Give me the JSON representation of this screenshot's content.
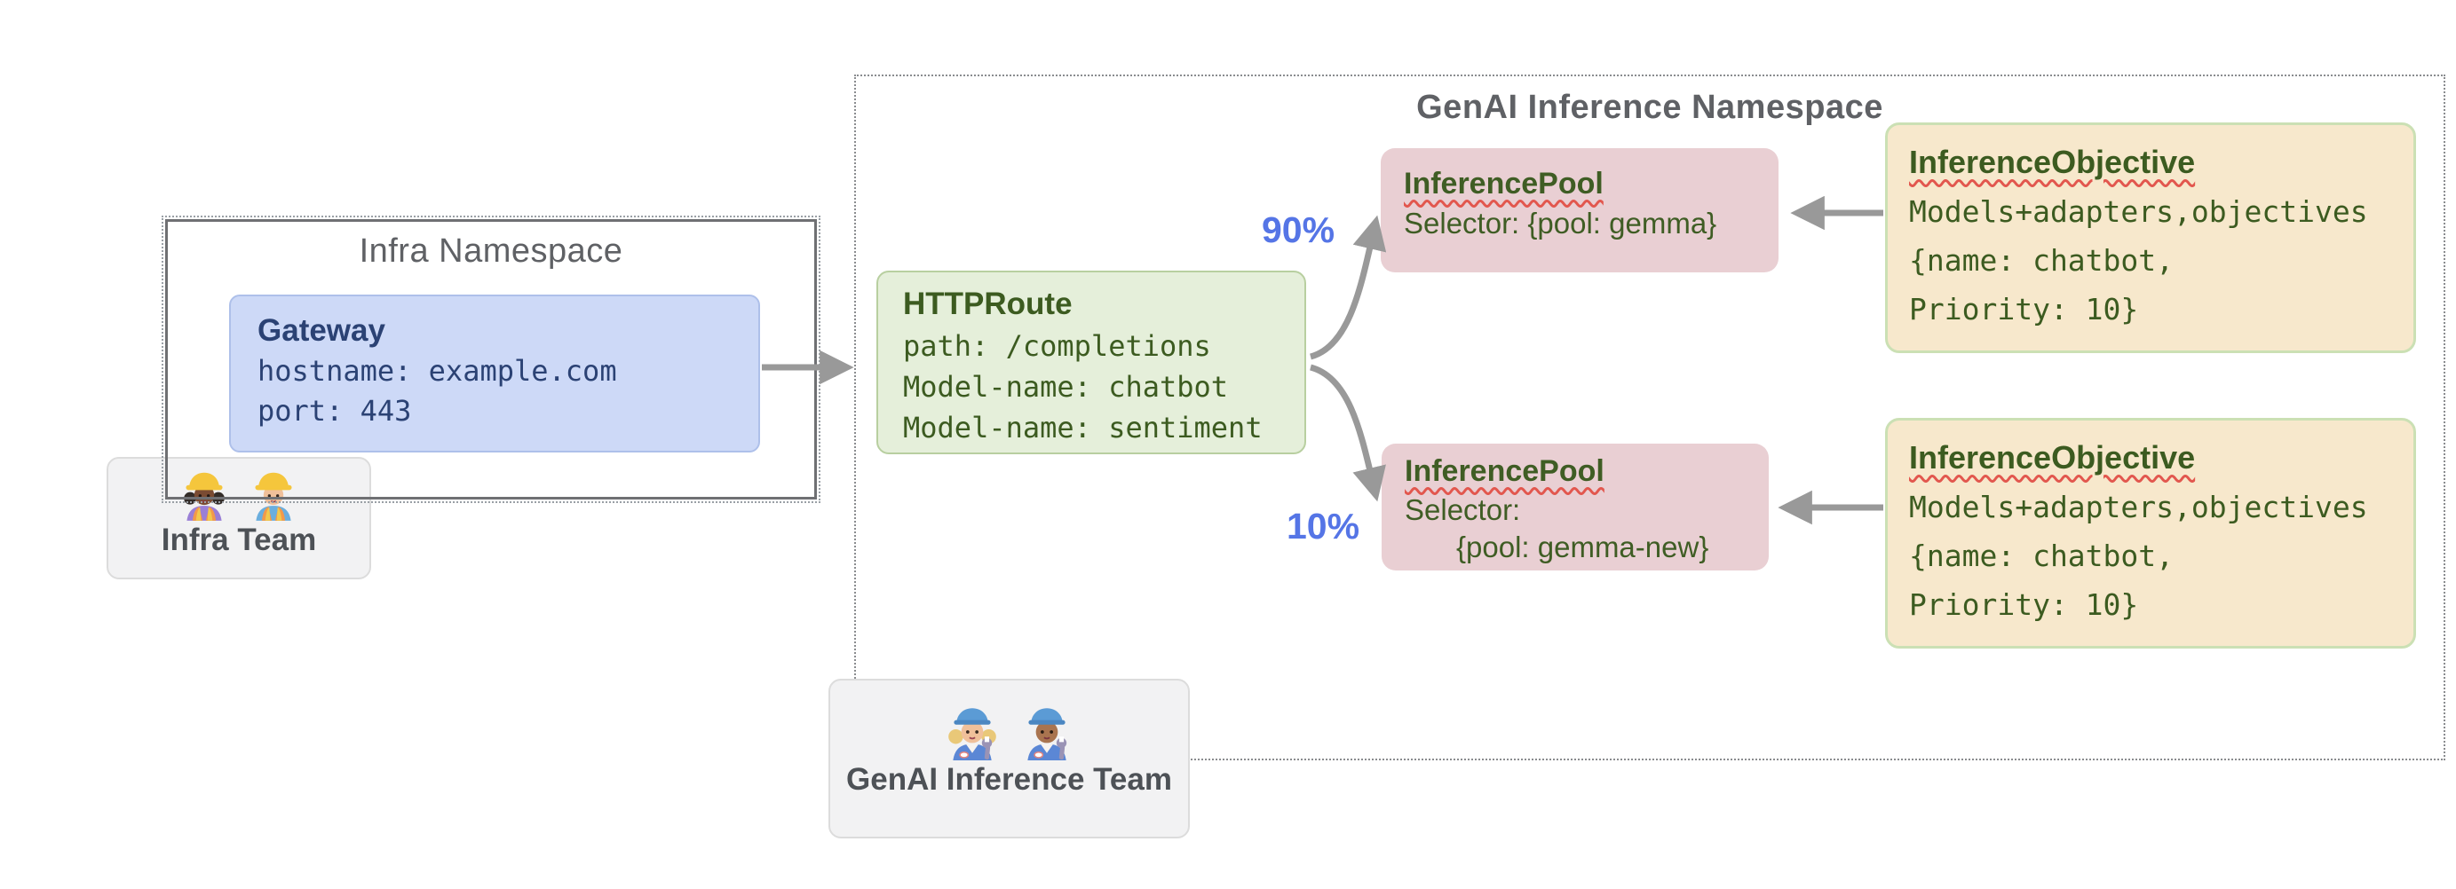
{
  "infra_namespace": {
    "title": "Infra Namespace"
  },
  "gateway": {
    "title": "Gateway",
    "lines": [
      "hostname: example.com",
      "port: 443"
    ]
  },
  "infra_team": {
    "label": "Infra Team",
    "members": [
      {
        "icon": "woman-construction-worker",
        "emoji": "👷🏾‍♀️"
      },
      {
        "icon": "man-construction-worker",
        "emoji": "👷"
      }
    ]
  },
  "genai_namespace": {
    "title": "GenAI Inference Namespace"
  },
  "httproute": {
    "title": "HTTPRoute",
    "lines": [
      "path: /completions",
      "Model-name: chatbot",
      "Model-name: sentiment"
    ]
  },
  "traffic_split": {
    "to_gemma_pool": "90%",
    "to_gemma_new_pool": "10%"
  },
  "inference_pools": [
    {
      "title": "InferencePool",
      "lines": [
        "Selector: {pool: gemma}"
      ]
    },
    {
      "title": "InferencePool",
      "lines": [
        "Selector:",
        "{pool: gemma-new}"
      ]
    }
  ],
  "inference_objectives": [
    {
      "title": "InferenceObjective",
      "lines": [
        "Models+adapters,objectives",
        "{name: chatbot,",
        "Priority: 10}"
      ]
    },
    {
      "title": "InferenceObjective",
      "lines": [
        "Models+adapters,objectives",
        "{name: chatbot,",
        "Priority: 10}"
      ]
    }
  ],
  "genai_team": {
    "label": "GenAI Inference Team",
    "members": [
      {
        "icon": "woman-mechanic",
        "emoji": "👩‍🔧"
      },
      {
        "icon": "man-mechanic",
        "emoji": "👨🏾‍🔧"
      }
    ]
  },
  "colors": {
    "gateway_fill": "#cdd9f7",
    "gateway_text": "#2b4274",
    "httproute_fill": "#e5efda",
    "pool_fill": "#e9cfd3",
    "objective_fill": "#f7e8cc",
    "objective_border": "#cbe0b4",
    "resource_text_green": "#3c5b20",
    "arrow": "#999999",
    "percent_text": "#5575e6",
    "squiggle_underline": "#e2574e",
    "namespace_title": "#5f6165"
  }
}
